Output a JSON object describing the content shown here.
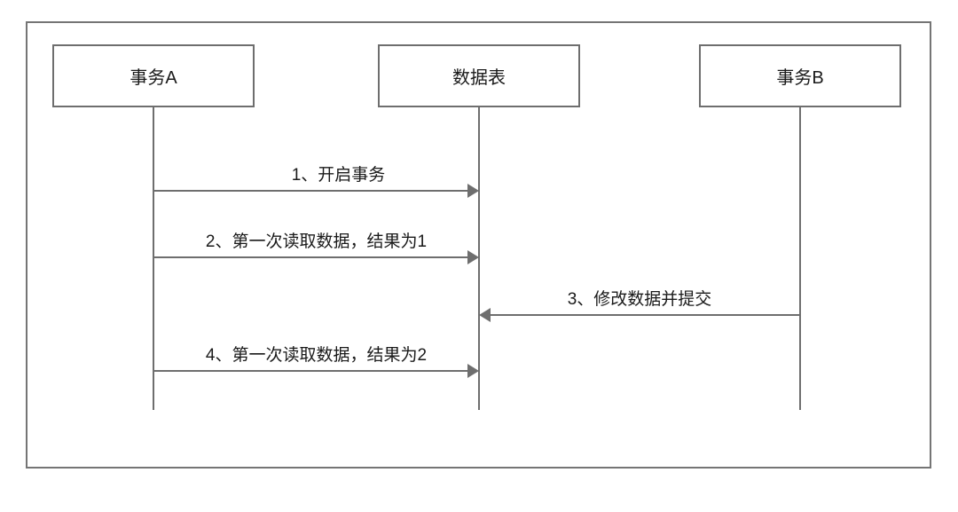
{
  "diagram": {
    "type": "sequence-diagram",
    "actors": [
      {
        "id": "transaction-a",
        "label": "事务A"
      },
      {
        "id": "data-table",
        "label": "数据表"
      },
      {
        "id": "transaction-b",
        "label": "事务B"
      }
    ],
    "messages": [
      {
        "seq": 1,
        "label": "1、开启事务",
        "from": "transaction-a",
        "to": "data-table",
        "direction": "right"
      },
      {
        "seq": 2,
        "label": "2、第一次读取数据，结果为1",
        "from": "transaction-a",
        "to": "data-table",
        "direction": "right"
      },
      {
        "seq": 3,
        "label": "3、修改数据并提交",
        "from": "transaction-b",
        "to": "data-table",
        "direction": "left"
      },
      {
        "seq": 4,
        "label": "4、第一次读取数据，结果为2",
        "from": "transaction-a",
        "to": "data-table",
        "direction": "right"
      }
    ],
    "colors": {
      "line": "#6e6e6e",
      "frame": "#757575",
      "text": "#1a1a1a",
      "background": "#ffffff"
    }
  }
}
